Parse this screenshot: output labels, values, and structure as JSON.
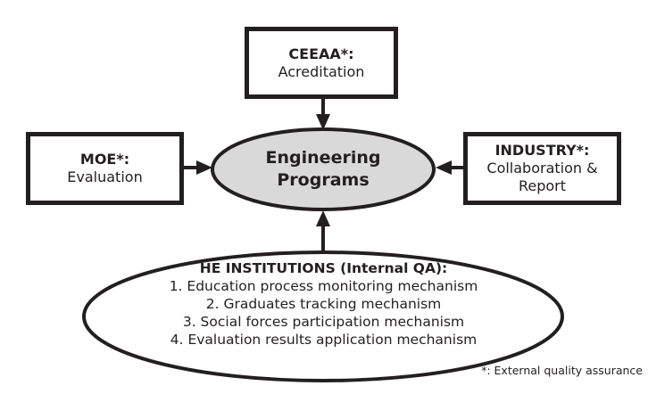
{
  "diagram": {
    "center": {
      "line1": "Engineering",
      "line2": "Programs",
      "fill": "#d9d9d9"
    },
    "top_box": {
      "head": "CEEAA*:",
      "body": "Acreditation"
    },
    "left_box": {
      "head": "MOE*:",
      "body": "Evaluation"
    },
    "right_box": {
      "head": "INDUSTRY*:",
      "body_line1": "Collaboration &",
      "body_line2": "Report"
    },
    "bottom_ellipse": {
      "head": "HE INSTITUTIONS (Internal QA):",
      "items": [
        "1. Education process monitoring mechanism",
        "2. Graduates tracking mechanism",
        "3. Social forces participation mechanism",
        "4. Evaluation results application mechanism"
      ]
    },
    "footnote": "*: External quality assurance",
    "edges": [
      {
        "from": "CEEAA",
        "to": "Engineering Programs"
      },
      {
        "from": "MOE",
        "to": "Engineering Programs"
      },
      {
        "from": "INDUSTRY",
        "to": "Engineering Programs"
      },
      {
        "from": "HE INSTITUTIONS",
        "to": "Engineering Programs"
      }
    ],
    "colors": {
      "stroke": "#231f20",
      "center_fill": "#d9d9d9",
      "background": "#ffffff"
    }
  }
}
